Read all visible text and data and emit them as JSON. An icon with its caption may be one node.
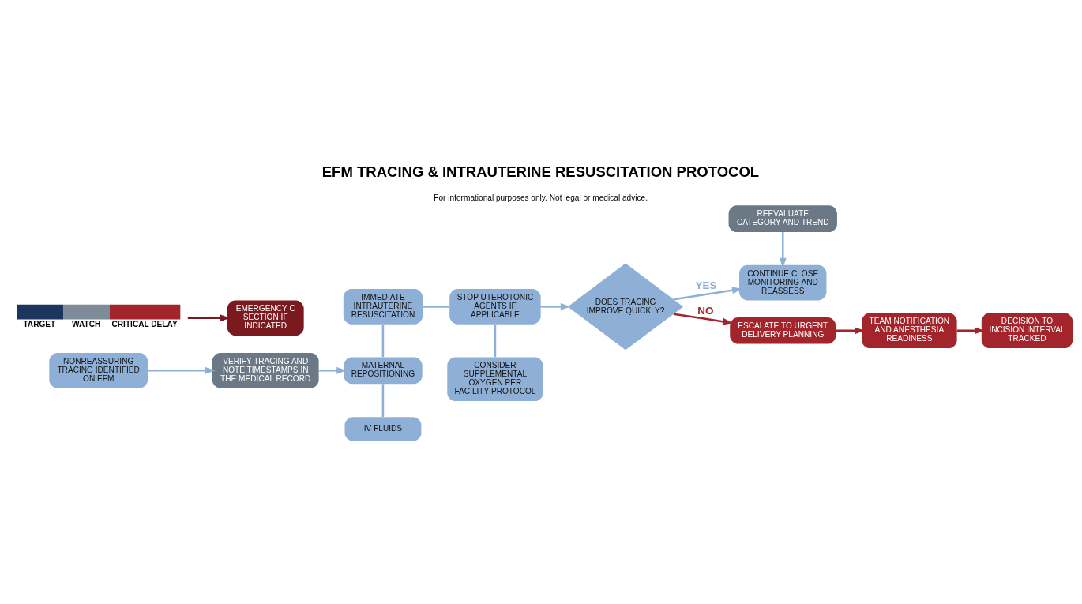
{
  "diagram": {
    "title": "EFM TRACING & INTRAUTERINE RESUSCITATION PROTOCOL",
    "caption": "For informational purposes only. Not legal or medical advice.",
    "nodes": [
      {
        "text": [
          "NONREASSURING TRACING IDENTIFIED ON EFM"
        ]
      },
      {
        "text": [
          "VERIFY TRACING AND NOTE TIMESTAMPS IN THE MEDICAL RECORD"
        ]
      },
      {
        "text": [
          "IMMEDIATE INTRAUTERINE RESUSCITATION"
        ]
      },
      {
        "text": [
          "MATERNAL REPOSITIONING"
        ]
      },
      {
        "text": [
          "STOP UTEROTONIC AGENTS IF APPLICABLE"
        ]
      },
      {
        "text": [
          "IV FLUIDS"
        ]
      },
      {
        "text": [
          "CONSIDER SUPPLEMENTAL OXYGEN PER FACILITY PROTOCOL"
        ]
      },
      {
        "text": [
          "DOES TRACING IMPROVE QUICKLY?"
        ]
      },
      {
        "text": [
          "CONTINUE CLOSE MONITORING AND REASSESS"
        ]
      },
      {
        "text": [
          "REEVALUATE CATEGORY AND TREND"
        ]
      },
      {
        "text": [
          "ESCALATE TO URGENT DELIVERY PLANNING"
        ]
      },
      {
        "text": [
          "TEAM NOTIFICATION AND ANESTHESIA READINESS"
        ]
      },
      {
        "text": [
          "DECISION TO INCISION INTERVAL TRACKED"
        ]
      },
      {
        "text": [
          "TARGET",
          "WATCH",
          "CRITICAL DELAY"
        ]
      },
      {
        "text": [
          "EMERGENCY C SECTION IF INDICATED"
        ]
      }
    ],
    "edges": [
      {
        "from": 0,
        "to": 1,
        "arrow": "to"
      },
      {
        "from": 1,
        "to": 3,
        "arrow": "to"
      },
      {
        "from": 2,
        "to": 3,
        "arrow": "none"
      },
      {
        "from": 2,
        "to": 4,
        "arrow": "none"
      },
      {
        "from": 3,
        "to": 5,
        "arrow": "none"
      },
      {
        "from": 4,
        "to": 6,
        "arrow": "none"
      },
      {
        "from": 4,
        "to": 7,
        "arrow": "to"
      },
      {
        "from": 7,
        "to": 8,
        "arrow": "to",
        "label": "YES"
      },
      {
        "from": 9,
        "to": 8,
        "arrow": "to"
      },
      {
        "from": 7,
        "to": 10,
        "arrow": "to",
        "label": "NO",
        "color": "#a3242a"
      },
      {
        "from": 10,
        "to": 11,
        "arrow": "to",
        "color": "#a3242a"
      },
      {
        "from": 11,
        "to": 12,
        "arrow": "to",
        "color": "#a3242a"
      },
      {
        "from": 13,
        "to": 14,
        "arrow": "to",
        "color": "#7a1a1e"
      }
    ]
  }
}
